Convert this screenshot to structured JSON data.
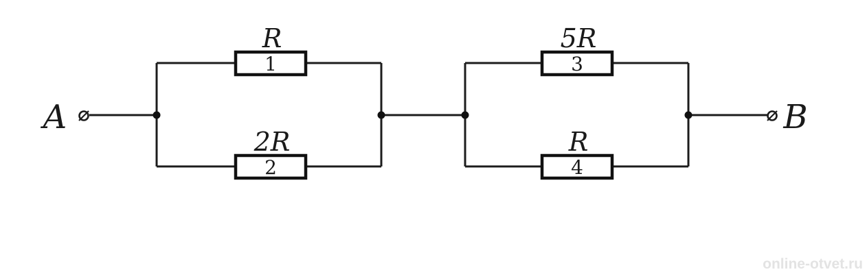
{
  "diagram": {
    "title": "resistor-network-circuit",
    "terminals": {
      "left": "A",
      "right": "B"
    },
    "resistors": [
      {
        "number": "1",
        "value": "R"
      },
      {
        "number": "2",
        "value": "2R"
      },
      {
        "number": "3",
        "value": "5R"
      },
      {
        "number": "4",
        "value": "R"
      }
    ],
    "colors": {
      "wire": "#1c1c1c",
      "background": "#ffffff",
      "watermark": "#e3e3e3"
    },
    "watermark": "online-otvet.ru"
  }
}
